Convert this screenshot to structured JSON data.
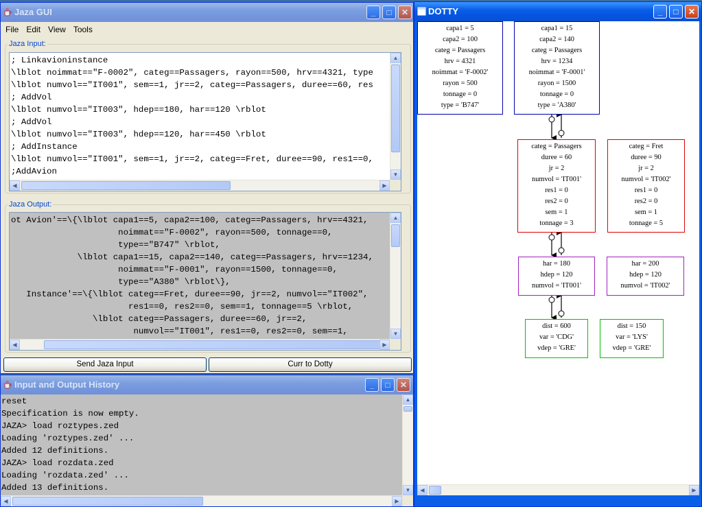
{
  "jaza_gui": {
    "title": "Jaza GUI",
    "menu": [
      "File",
      "Edit",
      "View",
      "Tools"
    ],
    "input_label": "Jaza Input:",
    "input_lines": [
      "; Linkavioninstance",
      "\\lblot noimmat==\"F-0002\", categ==Passagers, rayon==500, hrv==4321, type",
      "\\lblot numvol==\"IT001\", sem==1, jr==2, categ==Passagers, duree==60, res",
      "; AddVol",
      "\\lblot numvol==\"IT003\", hdep==180, har==120 \\rblot",
      "; AddVol",
      "\\lblot numvol==\"IT003\", hdep==120, har==450 \\rblot",
      "; AddInstance",
      "\\lblot numvol==\"IT001\", sem==1, jr==2, categ==Fret, duree==90, res1==0,",
      ";AddAvion"
    ],
    "output_label": "Jaza Output:",
    "output_lines": [
      "ot Avion'==\\{\\lblot capa1==5, capa2==100, categ==Passagers, hrv==4321,",
      "                     noimmat==\"F-0002\", rayon==500, tonnage==0,",
      "                     type==\"B747\" \\rblot,",
      "             \\lblot capa1==15, capa2==140, categ==Passagers, hrv==1234,",
      "                     noimmat==\"F-0001\", rayon==1500, tonnage==0,",
      "                     type==\"A380\" \\rblot\\},",
      "   Instance'==\\{\\lblot categ==Fret, duree==90, jr==2, numvol==\"IT002\",",
      "                       res1==0, res2==0, sem==1, tonnage==5 \\rblot,",
      "                \\lblot categ==Passagers, duree==60, jr==2,",
      "                        numvol==\"IT001\", res1==0, res2==0, sem==1,"
    ],
    "send_button": "Send Jaza Input",
    "dotty_button": "Curr to Dotty"
  },
  "history": {
    "title": "Input and Output History",
    "lines": [
      "reset",
      "Specification is now empty.",
      "JAZA> load roztypes.zed",
      "Loading 'roztypes.zed' ...",
      "Added 12 definitions.",
      "JAZA> load rozdata.zed",
      "Loading 'rozdata.zed' ...",
      "Added 13 definitions."
    ]
  },
  "dotty": {
    "title": "DOTTY",
    "nodes": {
      "avion1": [
        "capa1 = 5",
        "capa2 = 100",
        "categ = Passagers",
        "hrv = 4321",
        "noimmat = 'F-0002'",
        "rayon = 500",
        "tonnage = 0",
        "type = 'B747'"
      ],
      "avion2": [
        "capa1 = 15",
        "capa2 = 140",
        "categ = Passagers",
        "hrv = 1234",
        "noimmat = 'F-0001'",
        "rayon = 1500",
        "tonnage = 0",
        "type = 'A380'"
      ],
      "instance1": [
        "categ = Passagers",
        "duree = 60",
        "jr = 2",
        "numvol = 'IT001'",
        "res1 = 0",
        "res2 = 0",
        "sem = 1",
        "tonnage = 3"
      ],
      "instance2": [
        "categ = Fret",
        "duree = 90",
        "jr = 2",
        "numvol = 'IT002'",
        "res1 = 0",
        "res2 = 0",
        "sem = 1",
        "tonnage = 5"
      ],
      "vol1": [
        "har = 180",
        "hdep = 120",
        "numvol = 'IT001'"
      ],
      "vol2": [
        "har = 200",
        "hdep = 120",
        "numvol = 'IT002'"
      ],
      "ligne1": [
        "dist = 600",
        "var = 'CDG'",
        "vdep = 'GRE'"
      ],
      "ligne2": [
        "dist = 150",
        "var = 'LYS'",
        "vdep = 'GRE'"
      ]
    }
  },
  "colors": {
    "titlebar_active": "#0a5fe8",
    "titlebar_inactive": "#7b9ee0",
    "node_blue": "#0000aa",
    "node_red": "#e00000",
    "node_purple": "#a020c0",
    "node_green": "#00c000"
  },
  "icons": [
    "java-cup-icon",
    "window-icon",
    "minimize-icon",
    "maximize-icon",
    "close-icon",
    "arrow-up-icon",
    "arrow-down-icon",
    "arrow-left-icon",
    "arrow-right-icon"
  ]
}
